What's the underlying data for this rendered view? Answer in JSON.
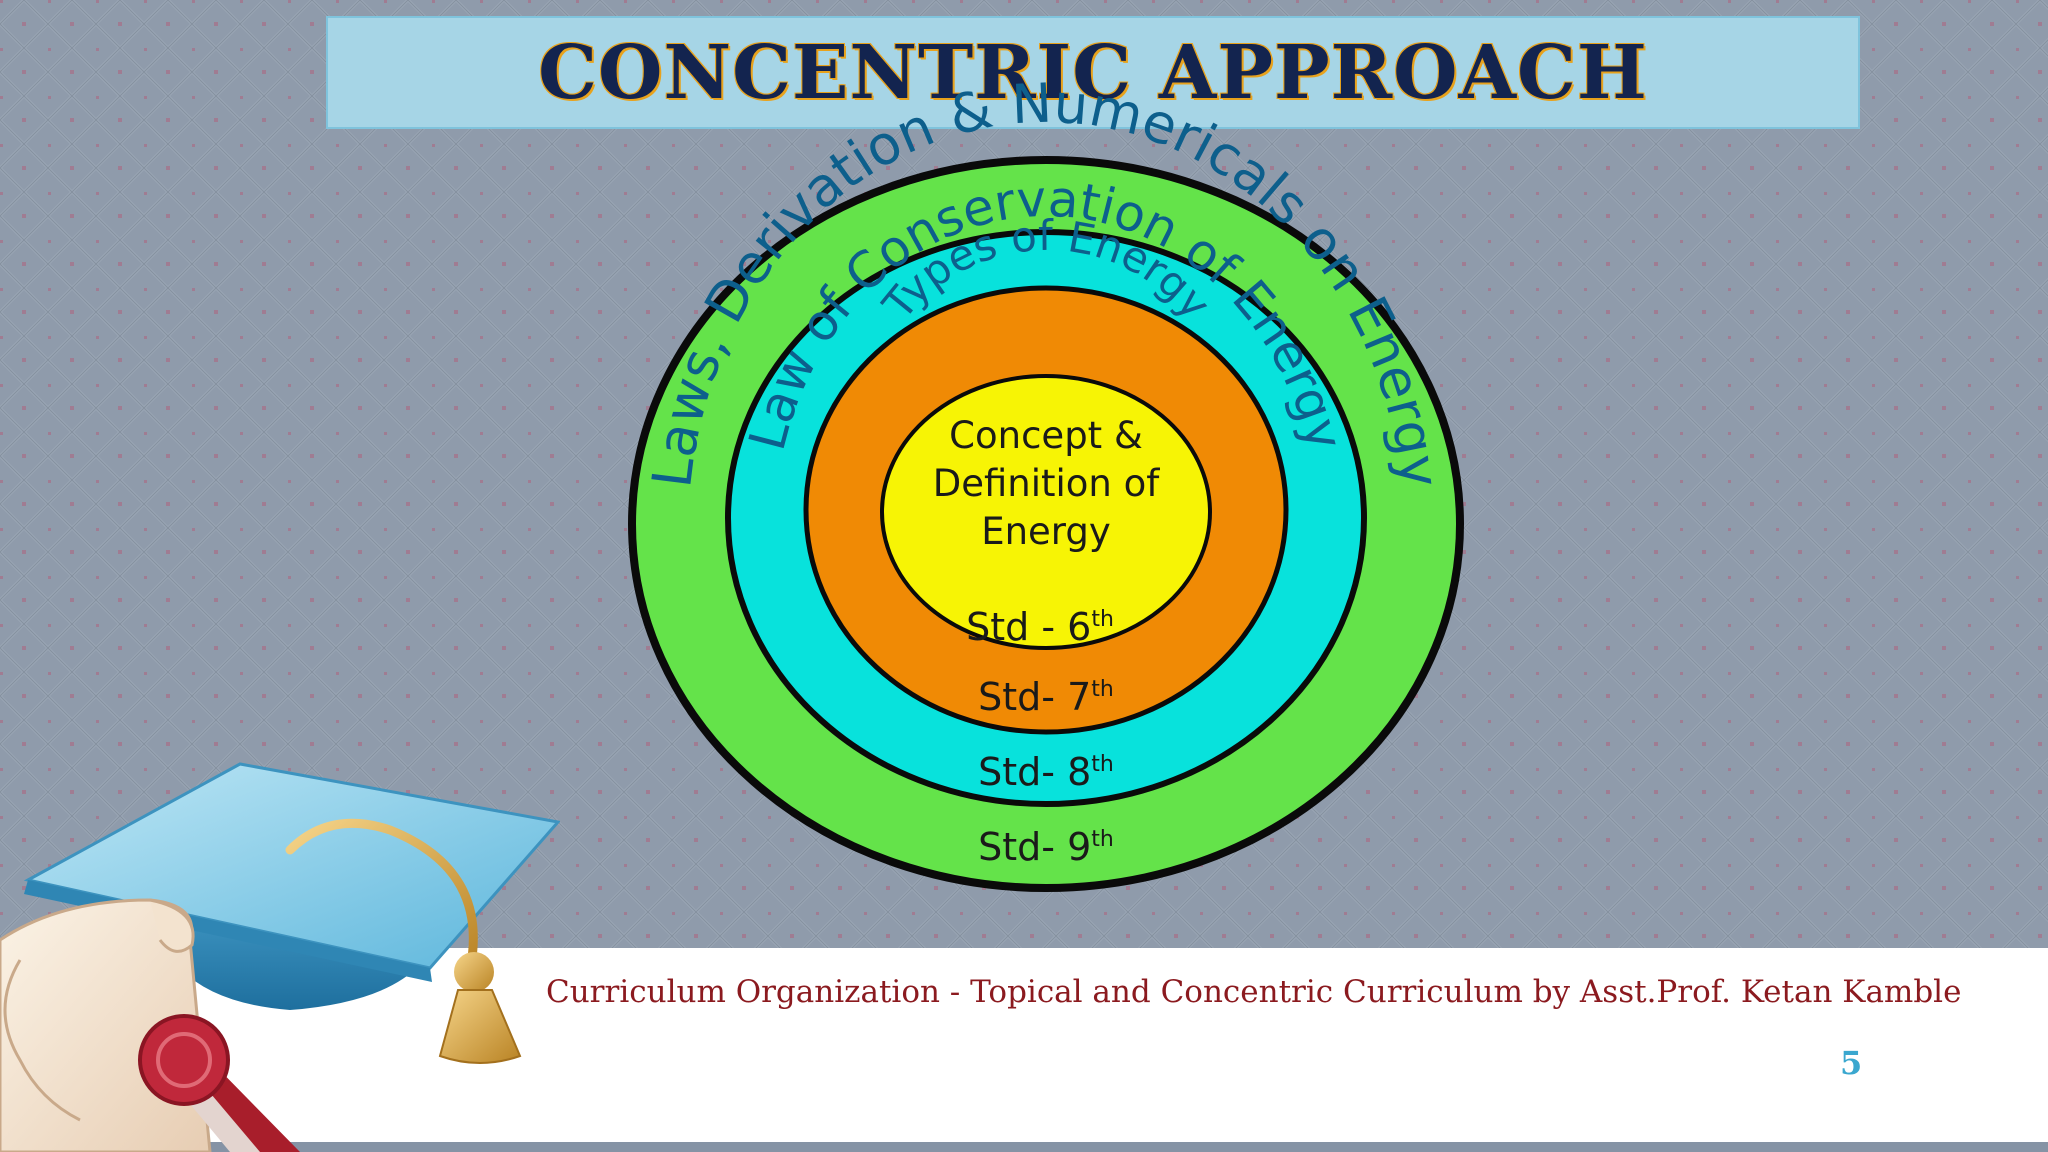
{
  "slide": {
    "title": "CONCENTRIC APPROACH",
    "footer_text": "Curriculum Organization - Topical and Concentric Curriculum by Asst.Prof. Ketan Kamble",
    "page_number": "5"
  },
  "diagram": {
    "rings": [
      {
        "arc_text": "Laws, Derivation & Numericals on Energy",
        "std_label": "Std- 9",
        "sup": "th",
        "color": "#64e34a"
      },
      {
        "arc_text": "Law of Conservation of Energy",
        "std_label": "Std- 8",
        "sup": "th",
        "color": "#08e2dc"
      },
      {
        "arc_text": "Types of Energy",
        "std_label": "Std- 7",
        "sup": "th",
        "color": "#f08a05"
      },
      {
        "center_lines": [
          "Concept &",
          "Definition of",
          "Energy"
        ],
        "std_label": "Std - 6",
        "sup": "th",
        "color": "#f7f405"
      }
    ],
    "arc_text_color": "#0d5f8c",
    "label_color": "#1a1a1a"
  },
  "colors": {
    "background": "#8f9bab",
    "title_bar": "#a6d5e6",
    "title_text": "#13244f",
    "footer_text": "#8b1a1f",
    "page_number": "#3aa7cf"
  },
  "decor": {
    "icon": "graduation-cap-diploma-icon"
  }
}
